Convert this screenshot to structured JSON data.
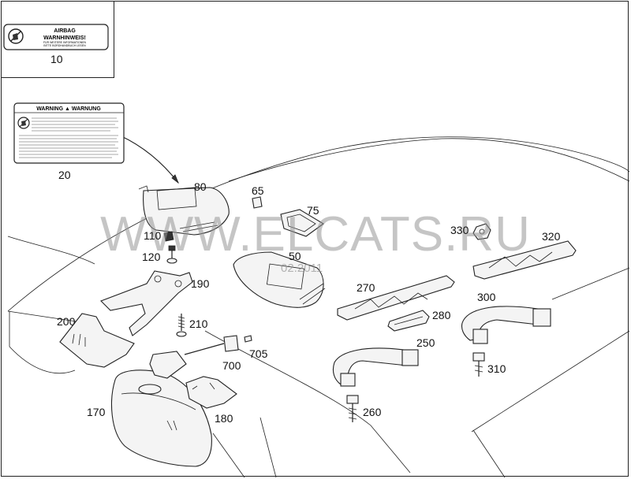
{
  "callouts": {
    "c10": "10",
    "c20": "20",
    "c50": "50",
    "c65": "65",
    "c75": "75",
    "c80": "80",
    "c110": "110",
    "c120": "120",
    "c170": "170",
    "c180": "180",
    "c190": "190",
    "c200": "200",
    "c210": "210",
    "c250": "250",
    "c260": "260",
    "c270": "270",
    "c280": "280",
    "c300": "300",
    "c310": "310",
    "c320": "320",
    "c330": "330",
    "c700": "700",
    "c705": "705"
  },
  "labels": {
    "airbag_line1": "AIRBAG",
    "airbag_line2": "WARNHINWEIS!",
    "airbag_small1": "FÜR WEITERE INFORMATIONEN",
    "airbag_small2": "BITTE BORDHANDBUCH LESEN",
    "warning_title": "WARNING ▲ WARNUNG"
  },
  "watermark": {
    "text": "WWW.ELCATS.RU",
    "date": "02.2011"
  },
  "icons": [
    "airbag-child-seat-icon",
    "warning-triangle-icon"
  ],
  "colors": {
    "line": "#222222",
    "watermark": "#969696",
    "background": "#ffffff"
  }
}
